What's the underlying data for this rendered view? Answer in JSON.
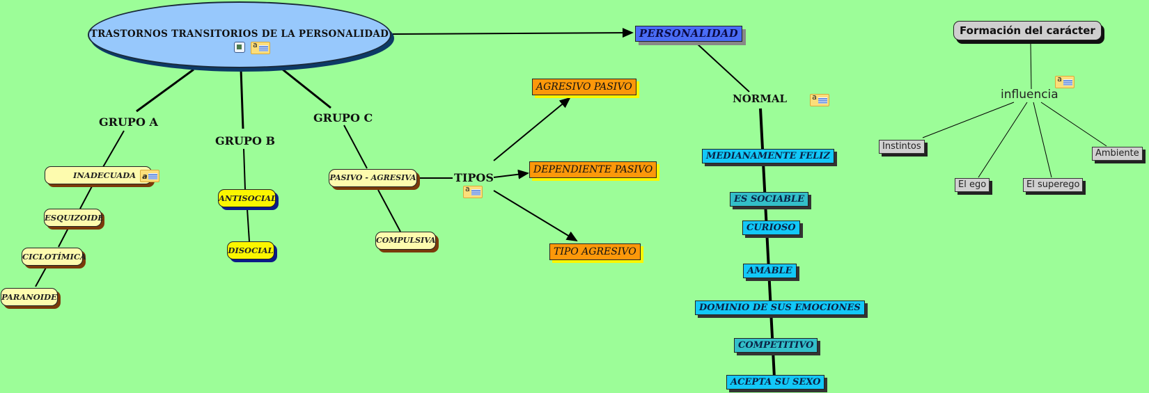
{
  "background_color": "#9cfd98",
  "main": {
    "title": "TRASTORNOS TRANSITORIOS DE LA PERSONALIDAD",
    "icons": [
      "image-icon",
      "note-icon"
    ]
  },
  "groups": {
    "a": "GRUPO A",
    "b": "GRUPO B",
    "c": "GRUPO C"
  },
  "grupo_a_items": [
    "INADECUADA",
    "ESQUIZOIDE",
    "CICLOTÍMICA",
    "PARANOIDE"
  ],
  "grupo_b_items": [
    "ANTISOCIAL",
    "DISOCIAL"
  ],
  "grupo_c_items": [
    "PASIVO - AGRESIVA",
    "COMPULSIVA"
  ],
  "tipos": {
    "label": "TIPOS",
    "items": [
      "AGRESIVO PASIVO",
      "DEPENDIENTE PASIVO",
      "TIPO AGRESIVO"
    ]
  },
  "personalidad": {
    "label": "PERSONALIDAD",
    "normal": "NORMAL",
    "traits": [
      "MEDIANAMENTE FELIZ",
      "ES SOCIABLE",
      "CURIOSO",
      "AMABLE",
      "DOMINIO DE SUS EMOCIONES",
      "COMPETITIVO",
      "ACEPTA SU SEXO"
    ]
  },
  "caracter": {
    "title": "Formación del carácter",
    "link": "influencia",
    "items": [
      "Instintos",
      "El ego",
      "El superego",
      "Ambiente"
    ]
  },
  "colors": {
    "ellipse": "#97c8fc",
    "pill": "#fdfbae",
    "pill_yellow": "#fbf600",
    "orange": "#fc980a",
    "personalidad": "#4a6cf6",
    "cyan": "#12c8f8",
    "teal": "#33bfc9",
    "gray": "#d0d0d0"
  }
}
